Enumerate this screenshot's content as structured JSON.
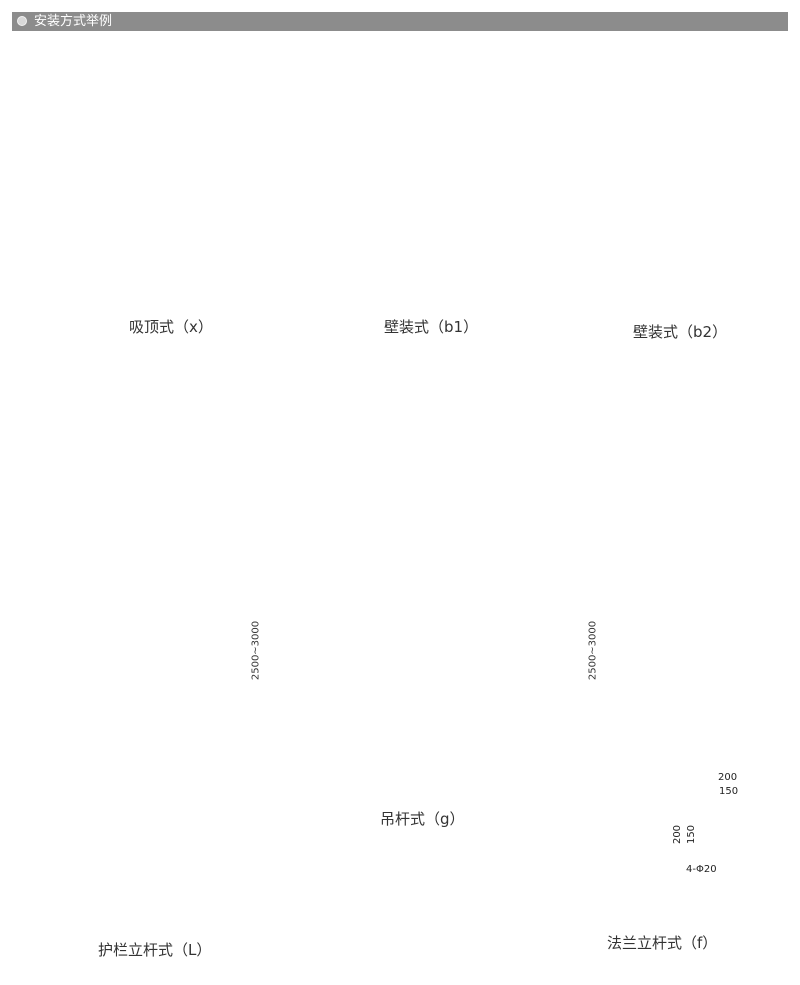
{
  "header": {
    "title": "安装方式举例"
  },
  "diagrams": [
    {
      "label": "吸顶式（x）"
    },
    {
      "label": "壁装式（b1）"
    },
    {
      "label": "壁装式（b2）"
    },
    {
      "label": "护栏立杆式（L）",
      "dimension": "2500~3000"
    },
    {
      "label": "吊杆式（g）"
    },
    {
      "label": "法兰立杆式（f）",
      "dimension": "2500~3000",
      "flange": {
        "width_outer": "200",
        "width_inner": "150",
        "height_outer": "200",
        "height_inner": "150",
        "holes": "4-Φ20"
      }
    }
  ]
}
